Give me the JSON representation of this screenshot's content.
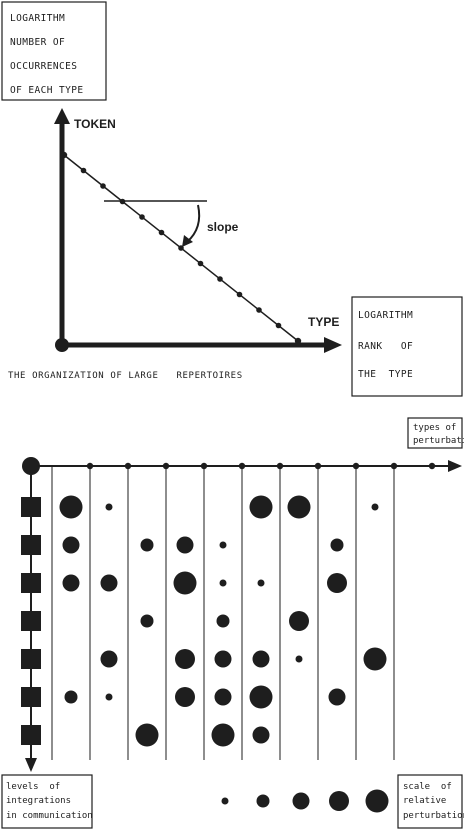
{
  "top_diagram": {
    "y_box_lines": [
      "LOGARITHM",
      "NUMBER OF",
      "OCCURRENCES",
      "OF EACH TYPE"
    ],
    "y_axis_label": "TOKEN",
    "x_axis_label": "TYPE",
    "x_box_lines": [
      "LOGARITHM",
      "RANK   OF",
      "THE  TYPE"
    ],
    "slope_label": "slope",
    "caption": "THE ORGANIZATION OF LARGE   REPERTOIRES"
  },
  "bottom_diagram": {
    "top_right_lines": [
      "types of",
      "perturbation"
    ],
    "bottom_left_lines": [
      "levels  of",
      "integrations",
      "in communication"
    ],
    "bottom_right_lines": [
      "scale  of",
      "relative",
      "perturbation"
    ],
    "column_count": 10,
    "row_count": 7,
    "scale_sizes": [
      1,
      2,
      3,
      4,
      5
    ],
    "grid_sizes": [
      [
        5,
        1,
        0,
        0,
        0,
        5,
        5,
        0,
        1
      ],
      [
        3,
        0,
        2,
        3,
        1,
        0,
        0,
        2,
        0
      ],
      [
        3,
        3,
        0,
        5,
        1,
        1,
        0,
        4,
        0
      ],
      [
        0,
        0,
        2,
        0,
        2,
        0,
        4,
        0,
        0
      ],
      [
        0,
        3,
        0,
        4,
        3,
        3,
        1,
        0,
        5
      ],
      [
        2,
        1,
        0,
        4,
        3,
        5,
        0,
        3,
        0
      ],
      [
        0,
        0,
        5,
        0,
        5,
        3,
        0,
        0,
        0
      ]
    ]
  }
}
